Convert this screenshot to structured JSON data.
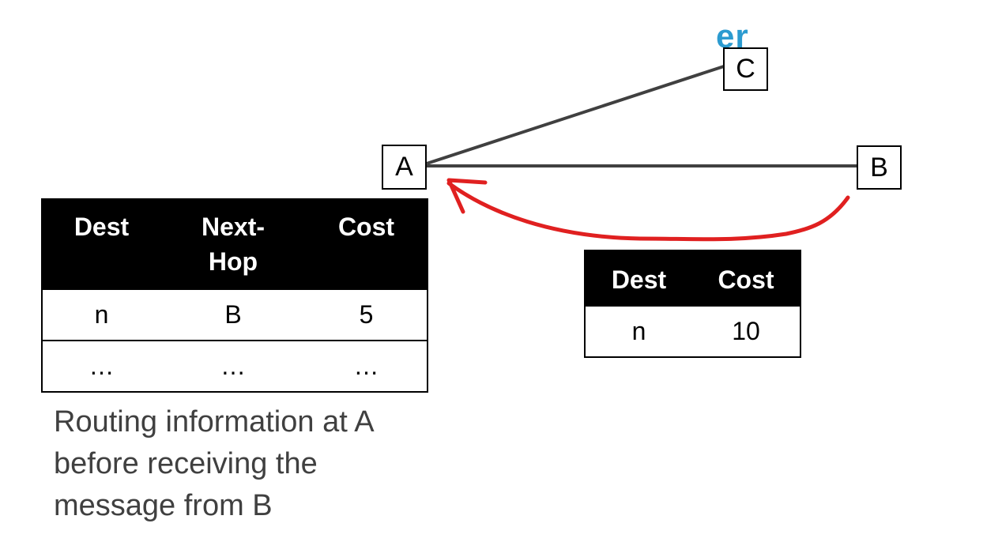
{
  "header": {
    "fragment": "er",
    "color": "#2c9bd0"
  },
  "nodes": {
    "a": "A",
    "b": "B",
    "c": "C"
  },
  "colors": {
    "link": "#404040",
    "arrow": "#e02020"
  },
  "routing_table_a": {
    "headers": [
      "Dest",
      "Next-Hop",
      "Cost"
    ],
    "rows": [
      [
        "n",
        "B",
        "5"
      ],
      [
        "…",
        "…",
        "…"
      ]
    ]
  },
  "message_table_b": {
    "headers": [
      "Dest",
      "Cost"
    ],
    "rows": [
      [
        "n",
        "10"
      ]
    ]
  },
  "caption": "Routing information at A before receiving the message from B"
}
